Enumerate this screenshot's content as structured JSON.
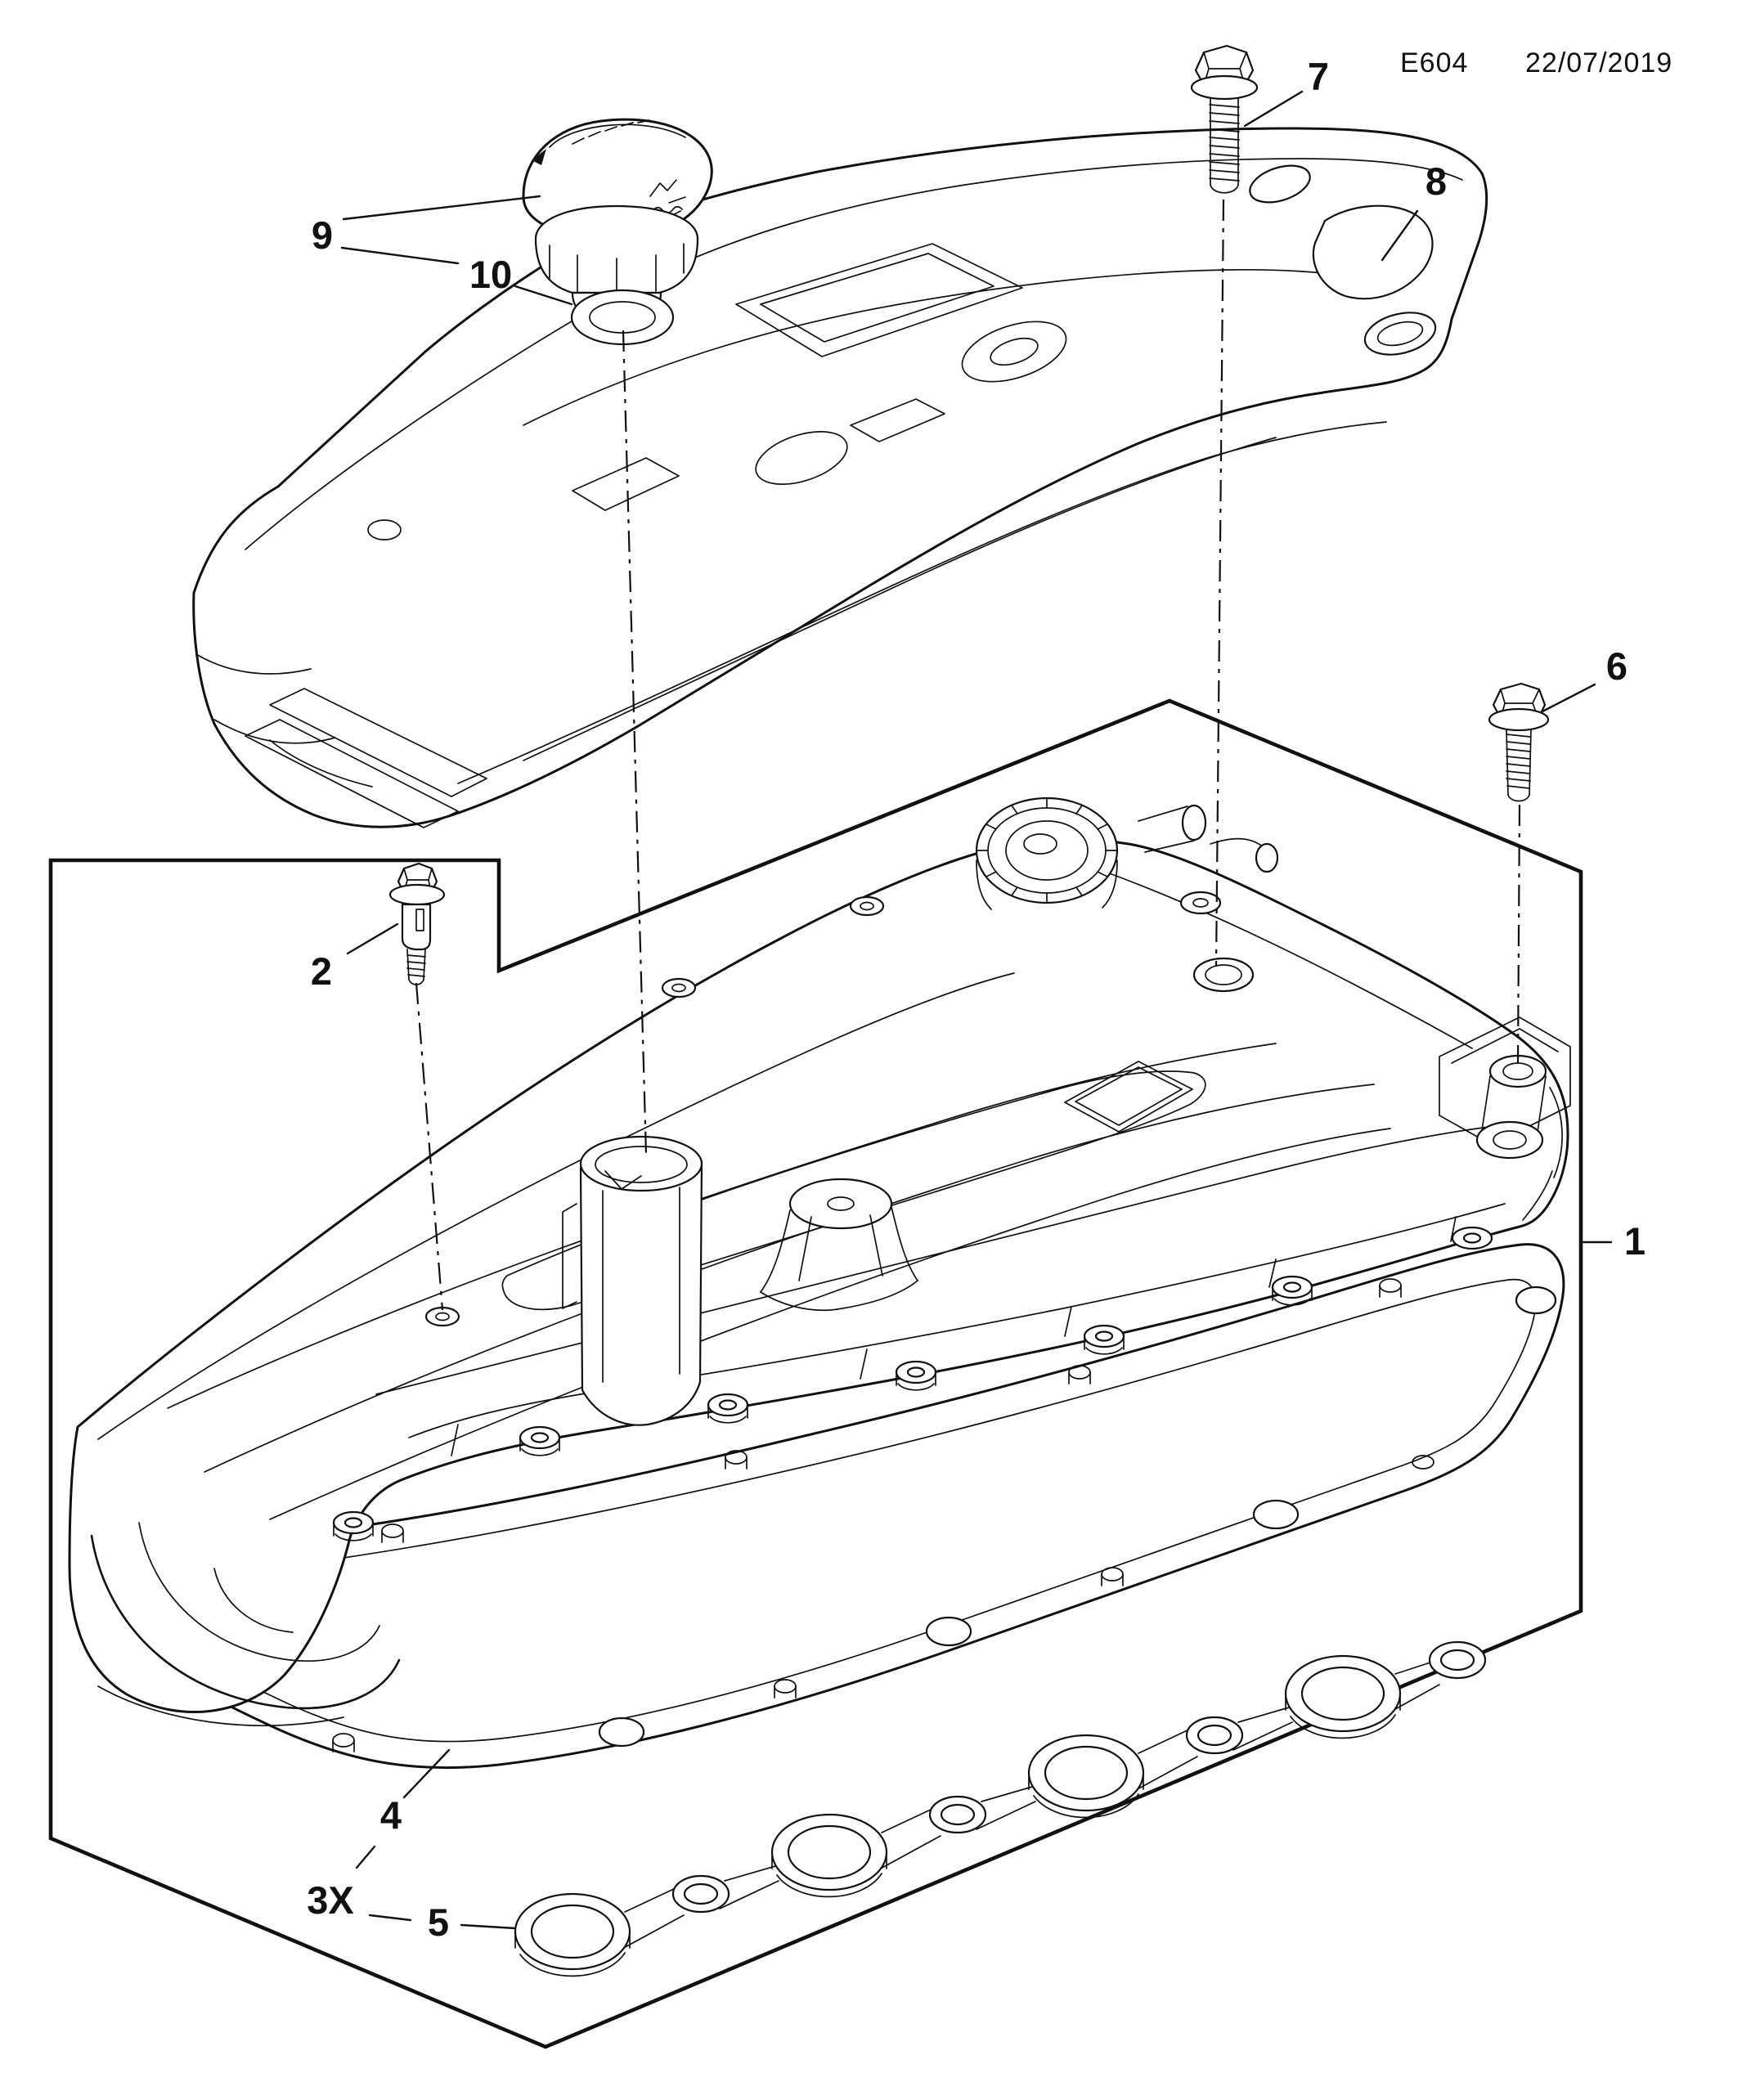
{
  "page": {
    "background": "#ffffff",
    "ink": "#111111"
  },
  "header": {
    "figure_code": "E604",
    "date": "22/07/2019"
  },
  "callouts": {
    "item1": "1",
    "item2": "2",
    "item4": "4",
    "item5": "5",
    "item5_qty": "3X",
    "item6": "6",
    "item7": "7",
    "item8": "8",
    "item9": "9",
    "item10": "10"
  }
}
